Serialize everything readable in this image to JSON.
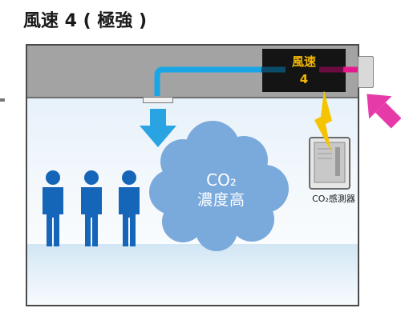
{
  "title": "風速 4 ( 極強 )",
  "fan": {
    "label_top": "風速",
    "label_value": "4"
  },
  "co2_cloud": {
    "formula": "CO₂",
    "text": "濃度高"
  },
  "sensor": {
    "label": "CO₂感測器"
  },
  "people": {
    "count": 3
  },
  "colors": {
    "ceiling": "#a3a3a3",
    "duct_blue": "#1aa6e6",
    "duct_magenta": "#e6198c",
    "arrow_blue": "#2aa3e2",
    "arrow_magenta": "#e63aa8",
    "person_blue": "#1565b8",
    "cloud_blue": "#7aa9dc",
    "lightning": "#f5c400",
    "fan_text": "#f5b800"
  },
  "icons": [
    "down-arrow-icon",
    "exhaust-arrow-icon",
    "person-icon",
    "lightning-icon",
    "co2-sensor-icon"
  ]
}
